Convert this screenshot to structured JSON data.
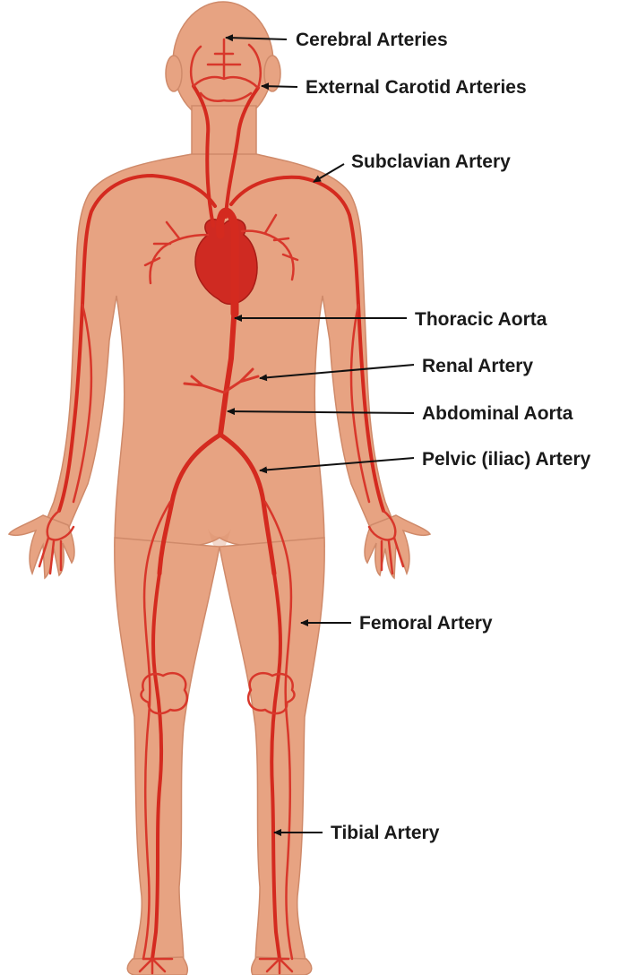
{
  "diagram": {
    "labels": [
      {
        "id": "cerebral",
        "text": "Cerebral Arteries"
      },
      {
        "id": "carotid",
        "text": "External Carotid Arteries"
      },
      {
        "id": "subclavian",
        "text": "Subclavian Artery"
      },
      {
        "id": "thoracic",
        "text": "Thoracic Aorta"
      },
      {
        "id": "renal",
        "text": "Renal Artery"
      },
      {
        "id": "abdominal",
        "text": "Abdominal Aorta"
      },
      {
        "id": "pelvic",
        "text": "Pelvic (iliac) Artery"
      },
      {
        "id": "femoral",
        "text": "Femoral Artery"
      },
      {
        "id": "tibial",
        "text": "Tibial Artery"
      }
    ],
    "colors": {
      "artery": "#d42a1f",
      "skin": "#e7a382",
      "label_text": "#1a1a1a",
      "background": "#ffffff"
    }
  }
}
